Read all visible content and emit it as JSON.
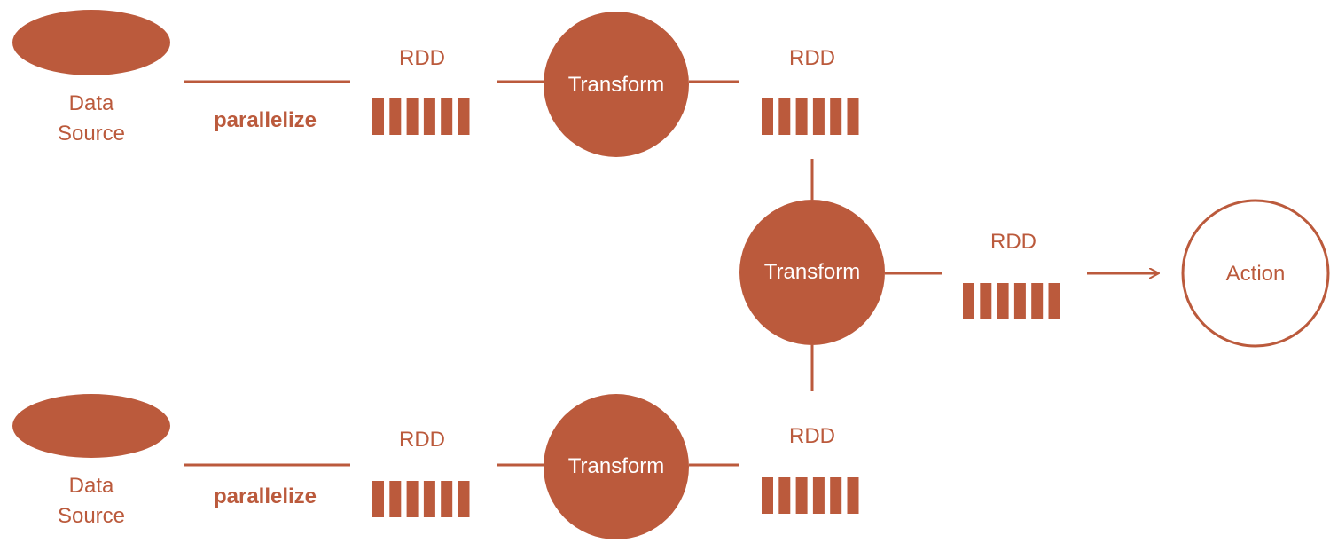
{
  "colors": {
    "accent": "#BB5A3C",
    "background": "#FFFFFF",
    "on_accent": "#FFFFFF"
  },
  "top_branch": {
    "source_label_line1": "Data",
    "source_label_line2": "Source",
    "parallelize_label": "parallelize",
    "rdd_in_label": "RDD",
    "transform_label": "Transform",
    "rdd_out_label": "RDD"
  },
  "bottom_branch": {
    "source_label_line1": "Data",
    "source_label_line2": "Source",
    "parallelize_label": "parallelize",
    "rdd_in_label": "RDD",
    "transform_label": "Transform",
    "rdd_out_label": "RDD"
  },
  "merge": {
    "transform_label": "Transform",
    "rdd_label": "RDD",
    "action_label": "Action"
  },
  "rdd_partition_count": 6
}
